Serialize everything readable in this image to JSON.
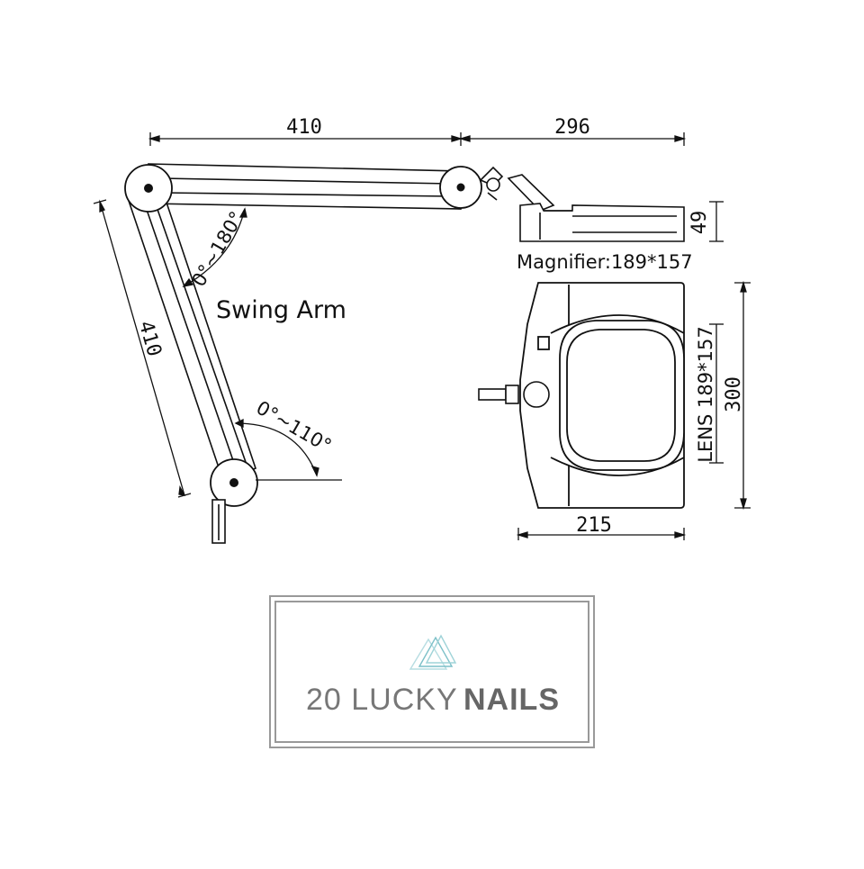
{
  "dimensions": {
    "arm_upper_length": "410",
    "head_reach": "296",
    "head_thickness": "49",
    "arm_lower_length": "410",
    "head_width": "215",
    "head_height": "300"
  },
  "labels": {
    "magnifier": "Magnifier:189*157",
    "lens": "LENS 189*157",
    "swing_arm": "Swing Arm",
    "upper_joint_angle": "0°~180°",
    "lower_joint_angle": "0°~110°"
  },
  "brand": {
    "name_light": "20 LUCKY",
    "name_bold": "NAILS",
    "logo_icon": "triangles-logo-icon",
    "logo_colors": [
      "#9fd3d8",
      "#7cc0c8",
      "#b7dde2"
    ]
  }
}
